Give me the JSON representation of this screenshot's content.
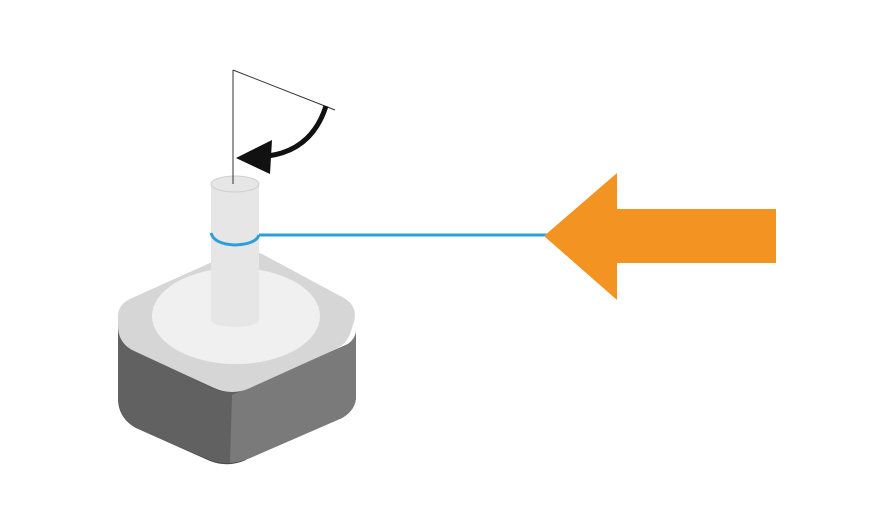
{
  "diagram": {
    "elements": {
      "motor": "stepper-motor",
      "shaft": "motor-shaft",
      "string": "string-wrapped-on-shaft",
      "force_arrow": "pulling-force-arrow",
      "rotation": "rotation-direction-arrow"
    },
    "colors": {
      "background": "#ffffff",
      "motor_top": "#d6d6d6",
      "motor_side_left": "#4a4a4a",
      "motor_side_front": "#616161",
      "motor_side_right": "#7a7a7a",
      "flange_disc": "#f0f0f0",
      "shaft": "#e6e6e6",
      "string": "#2a9fdb",
      "force_arrow": "#f39322",
      "rotation_arrow": "#111111",
      "reference_lines": "#333333"
    },
    "rotation_direction": "counter-clockwise",
    "force_direction": "left"
  }
}
